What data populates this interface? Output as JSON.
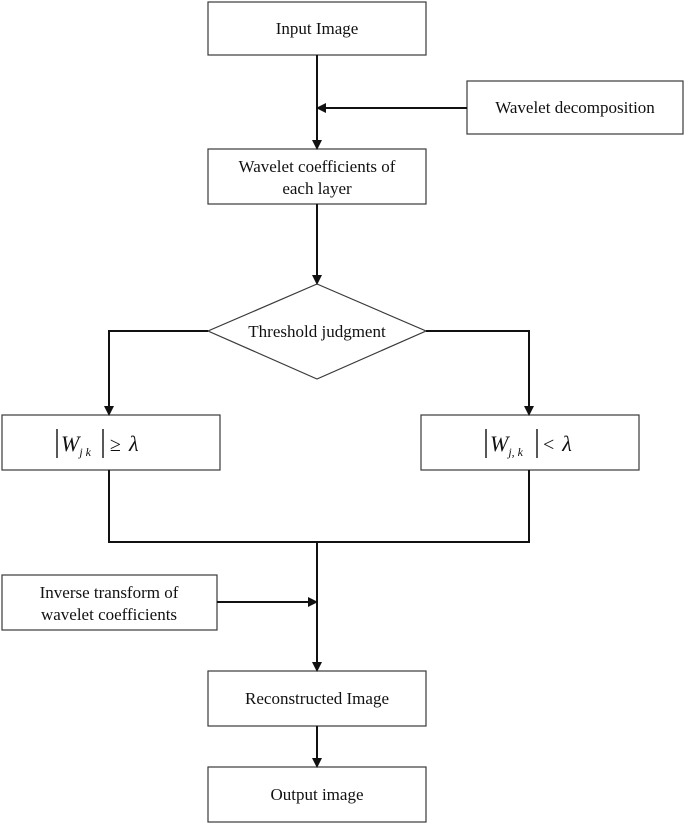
{
  "flowchart": {
    "input_image": "Input Image",
    "wavelet_decomposition": "Wavelet decomposition",
    "wavelet_coefficients": [
      "Wavelet coefficients of",
      "each layer"
    ],
    "threshold_judgment": "Threshold judgment",
    "condition_left": {
      "symbol": "W",
      "subscript": "j k",
      "operator": "≥",
      "threshold": "λ"
    },
    "condition_right": {
      "symbol": "W",
      "subscript": "j, k",
      "operator": "<",
      "threshold": "λ"
    },
    "inverse_transform": [
      "Inverse transform of",
      "wavelet coefficients"
    ],
    "reconstructed_image": "Reconstructed Image",
    "output_image": "Output image"
  },
  "colors": {
    "stroke": "#111111",
    "box_border": "#3a3a3a",
    "background": "#ffffff"
  }
}
